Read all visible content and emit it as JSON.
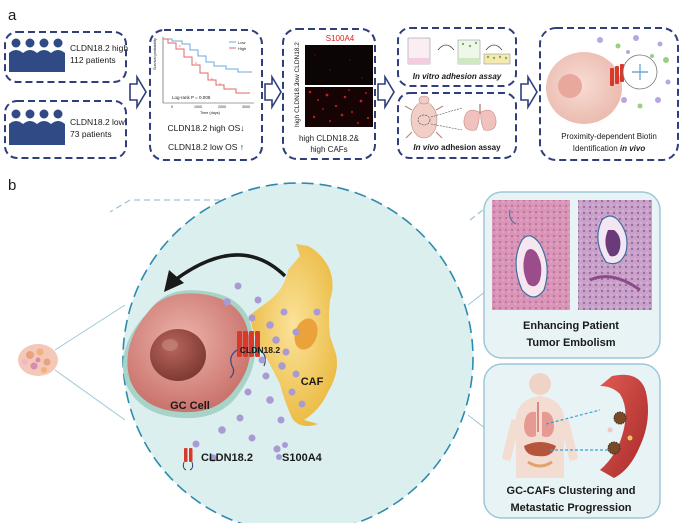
{
  "panel_a": {
    "label": "a",
    "cohort_high": {
      "line1": "CLDN18.2 high",
      "line2": "112 patients"
    },
    "cohort_low": {
      "line1": "CLDN18.2 low",
      "line2": "73 patients"
    },
    "survival": {
      "legend_low": "Low",
      "legend_high": "High",
      "pvalue": "Log-rank P = 0.008",
      "ylabel": "Survival probability",
      "xlabel": "Time (days)",
      "ticks_x": [
        "0",
        "1000",
        "2000",
        "3000"
      ],
      "caption_1": "CLDN18.2 high OS↓",
      "caption_2": "CLDN18.2 low OS ↑"
    },
    "staining": {
      "title": "S100A4",
      "row_low": "low CLDN18.2",
      "row_high": "high CLDN18.2",
      "caption_1": "high CLDN18.2&",
      "caption_2": "high CAFs"
    },
    "invitro": "In vitro adhesion assay",
    "invivo_italic": "In vivo",
    "invivo_rest": " adhesion assay",
    "bioid": {
      "line1": "Proximity-dependent Biotin",
      "line2": "Identification ",
      "line2_italic": "in vivo"
    },
    "colors": {
      "dash": "#2e3f7c",
      "people": "#2f4a84",
      "line_low": "#6fa8dc",
      "line_high": "#e06666",
      "stain": "#d92020"
    }
  },
  "panel_b": {
    "label": "b",
    "gc_cell": "GC Cell",
    "caf": "CAF",
    "cldn_tag": "CLDN18.2",
    "legend_cldn": "CLDN18.2",
    "legend_s100": "S100A4",
    "embolism": {
      "line1": "Enhancing Patient",
      "line2": "Tumor Embolism"
    },
    "metastasis": {
      "line1": "GC-CAFs Clustering and",
      "line2": "Metastatic Progression"
    },
    "colors": {
      "circle": "#dcefef",
      "gc": "#d98b84",
      "caf": "#f2c955",
      "s100": "#a99ad4",
      "receptor": "#d7392b",
      "panel_bg": "#e8f3f6",
      "panel_border": "#9ec7d6"
    }
  }
}
